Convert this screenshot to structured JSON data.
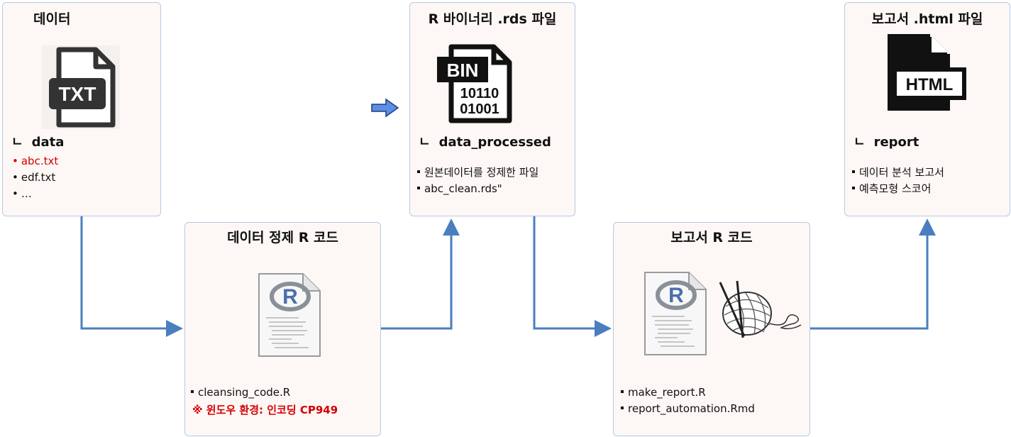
{
  "data_box": {
    "title": "데이터",
    "icon_text": "TXT",
    "folder": "data",
    "corner": "ㄴ",
    "files": [
      {
        "text": "abc.txt",
        "color": "#d40000"
      },
      {
        "text": "edf.txt",
        "color": "#111111"
      },
      {
        "text": "…",
        "color": "#111111"
      }
    ]
  },
  "rds_box": {
    "title": "R 바이너리 .rds 파일",
    "icon_label": "BIN",
    "icon_bits": [
      "10110",
      "01001"
    ],
    "folder": "data_processed",
    "corner": "ㄴ",
    "items": [
      "원본데이터를 정제한 파일",
      "abc_clean.rds\""
    ]
  },
  "html_box": {
    "title": "보고서 .html 파일",
    "icon_label": "HTML",
    "folder": "report",
    "corner": "ㄴ",
    "items": [
      "데이터 분석 보고서",
      "예측모형 스코어"
    ]
  },
  "cleanse_box": {
    "title": "데이터 정제 R 코드",
    "items": [
      "cleansing_code.R"
    ],
    "note": "※ 윈도우 환경: 인코딩 CP949"
  },
  "report_box": {
    "title": "보고서 R 코드",
    "items": [
      "make_report.R",
      "report_automation.Rmd"
    ]
  },
  "colors": {
    "arrow": "#4a7ebf",
    "accent_arrow": "#5b8ee6",
    "red": "#d40000"
  },
  "icons": [
    "txt-file-icon",
    "bin-file-icon",
    "html-file-icon",
    "r-script-icon",
    "knitr-yarn-icon",
    "blue-arrow-icon"
  ]
}
